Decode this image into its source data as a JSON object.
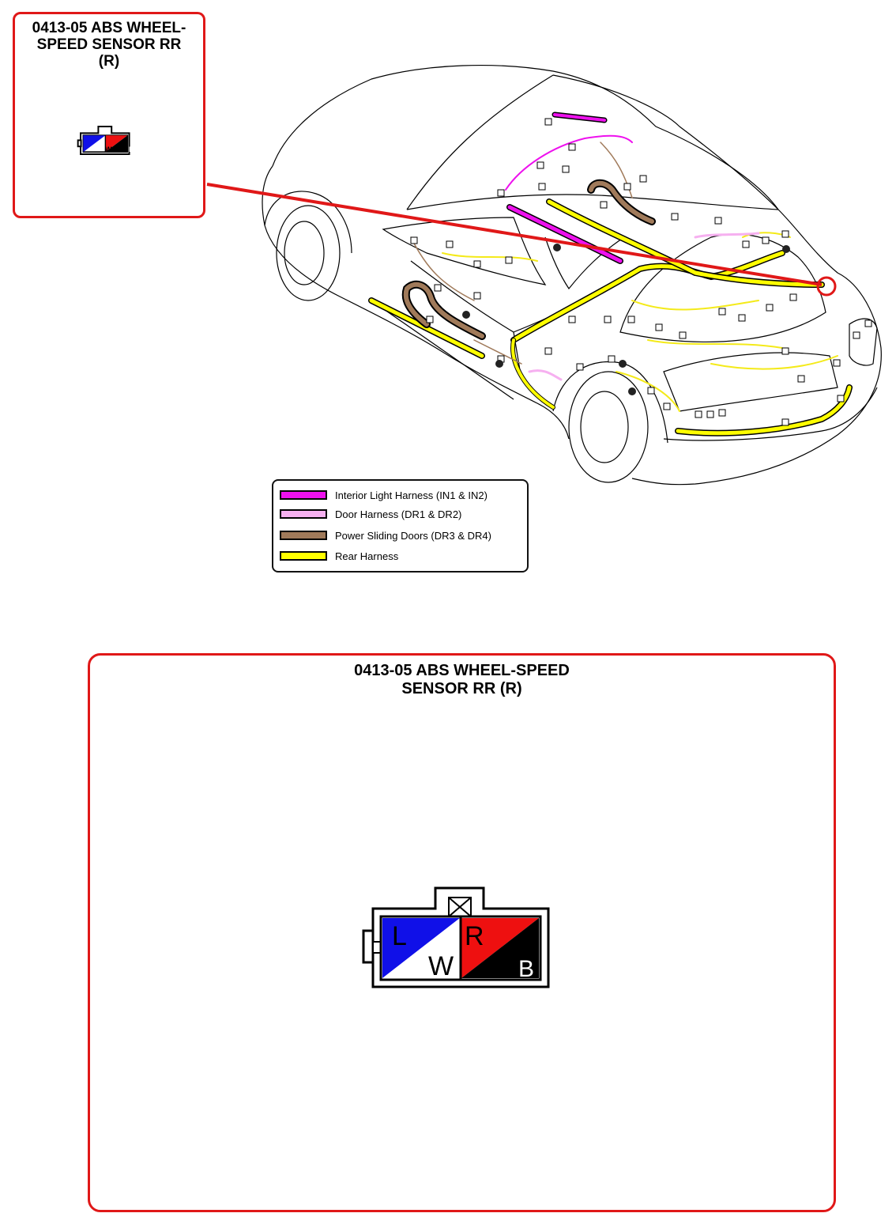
{
  "callout": {
    "title": "0413-05 ABS WHEEL-\nSPEED SENSOR RR\n(R)"
  },
  "main": {
    "title": "0413-05 ABS WHEEL-SPEED\nSENSOR RR (R)"
  },
  "connector": {
    "pins": [
      {
        "letter": "L",
        "color": "#1010e8"
      },
      {
        "letter": "W",
        "color": "#ffffff"
      },
      {
        "letter": "R",
        "color": "#ee1010"
      },
      {
        "letter": "B",
        "color": "#000000"
      }
    ]
  },
  "legend": {
    "items": [
      {
        "label": "Interior Light Harness (IN1 & IN2)",
        "color": "#ee11ee"
      },
      {
        "label": "Door Harness (DR1 & DR2)",
        "color": "#f6b0f0"
      },
      {
        "label": "Power Sliding Doors (DR3 & DR4)",
        "color": "#a07a5a"
      },
      {
        "label": "Rear Harness",
        "color": "#ffff00"
      }
    ]
  },
  "colors": {
    "highlight_red": "#e01818",
    "car_outline": "#000000"
  }
}
